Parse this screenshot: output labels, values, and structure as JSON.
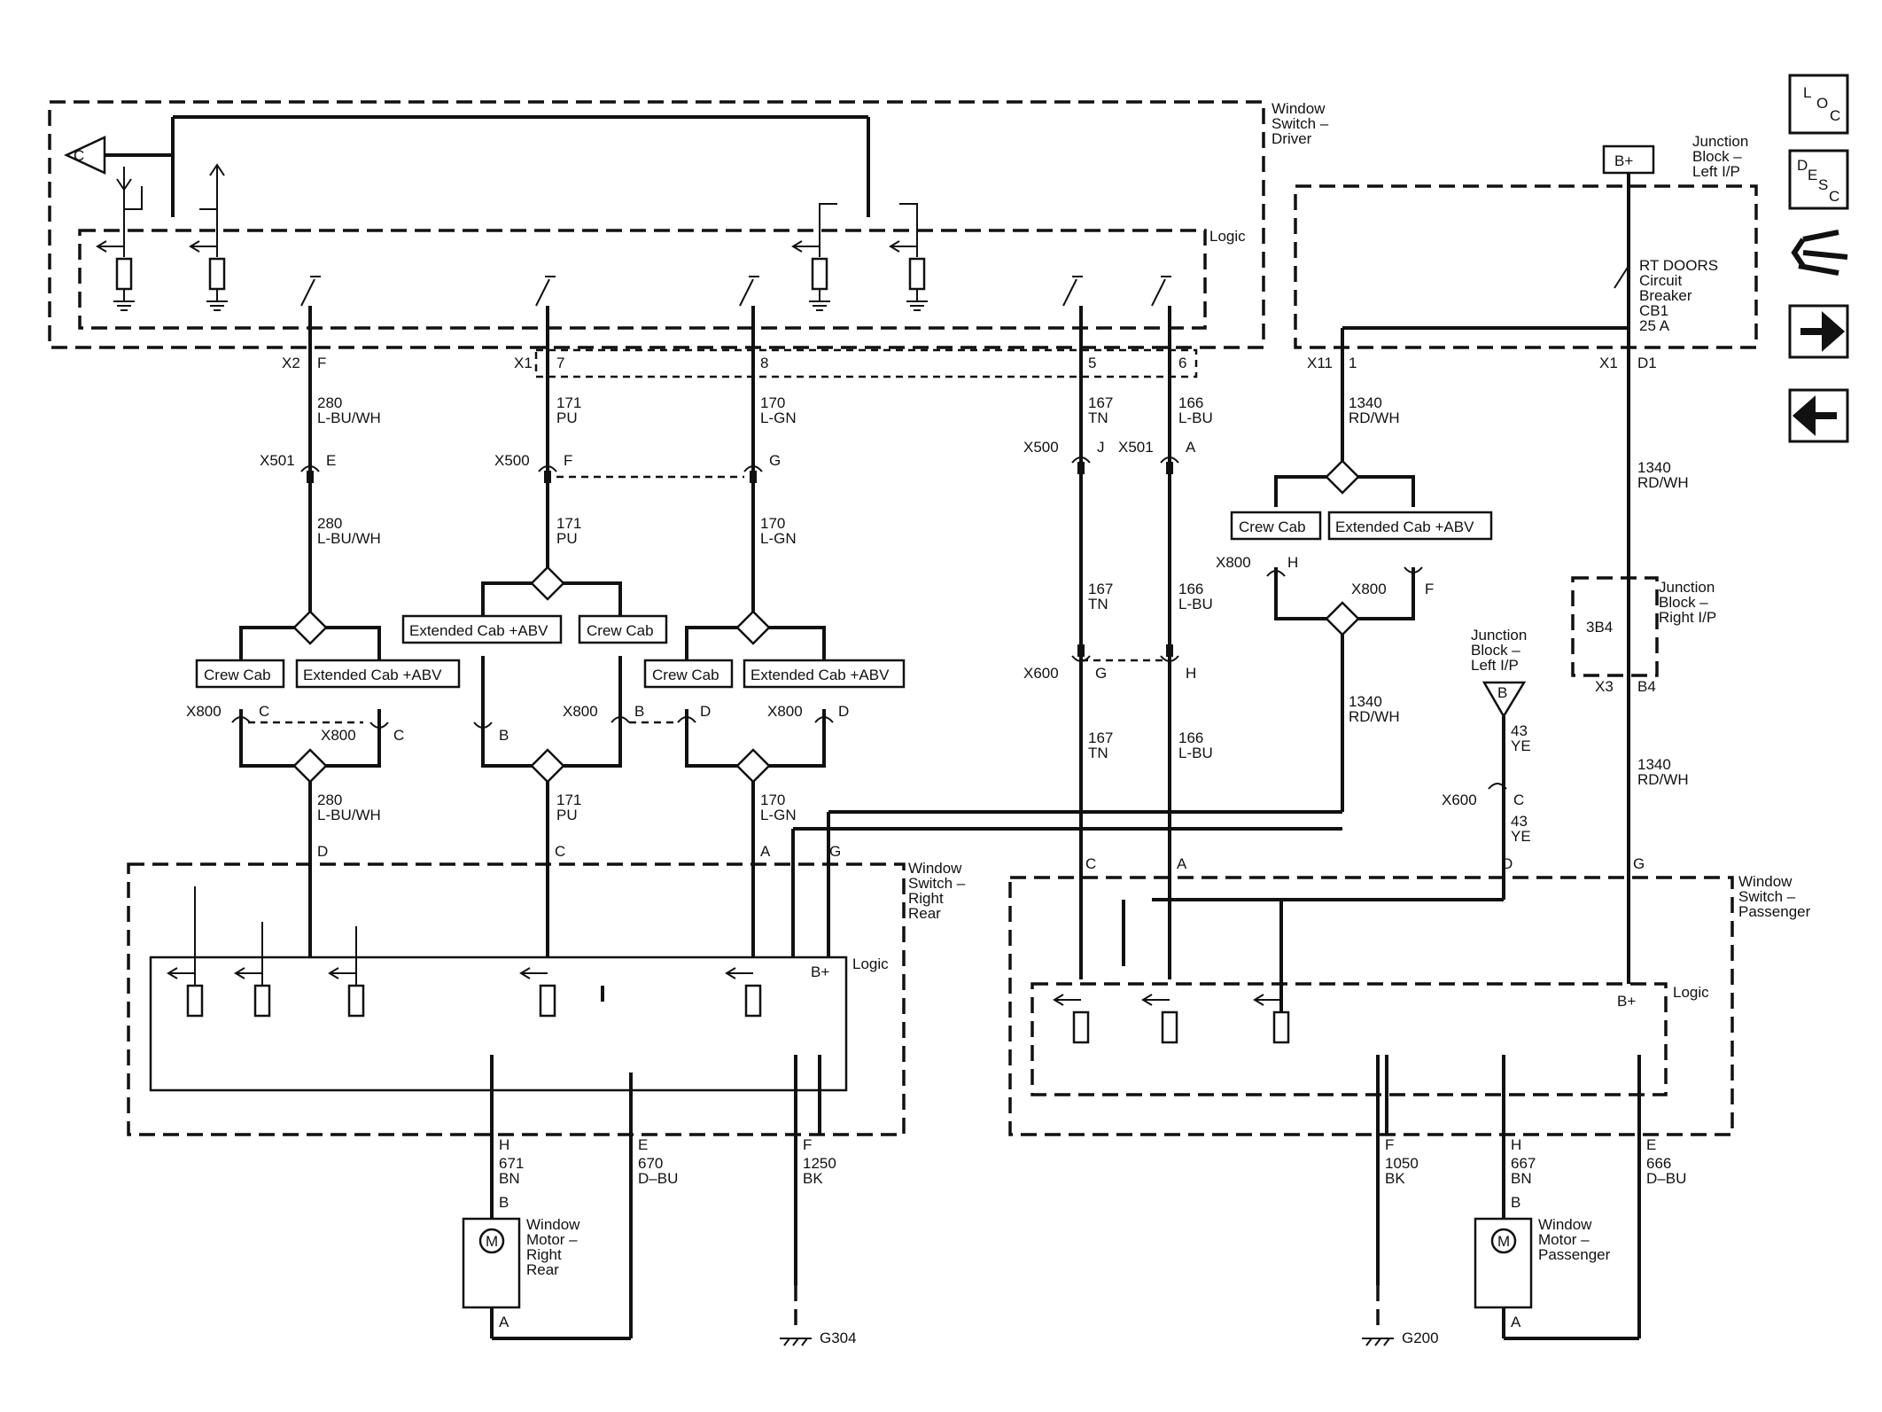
{
  "components": {
    "driver_switch": "Window\nSwitch –\nDriver",
    "rr_switch": "Window\nSwitch –\nRight\nRear",
    "pass_switch": "Window\nSwitch –\nPassenger",
    "jb_left": "Junction\nBlock –\nLeft I/P",
    "jb_right": "Junction\nBlock –\nRight I/P",
    "jb_left_small": "Junction\nBlock –\nLeft I/P",
    "breaker": "RT DOORS\nCircuit\nBreaker\nCB1\n25 A",
    "logic": "Logic",
    "bplus": "B+",
    "motor_rr": "Window\nMotor –\nRight\nRear",
    "motor_pass": "Window\nMotor –\nPassenger",
    "ground_left": "G304",
    "ground_right": "G200",
    "connector_c": "C",
    "connector_b": "B",
    "jb_right_pin": "3B4",
    "motor_symbol": "M"
  },
  "options": {
    "crew": "Crew Cab",
    "ext": "Extended Cab +ABV"
  },
  "wires": {
    "w280": "280\nL-BU/WH",
    "w171": "171\nPU",
    "w170": "170\nL-GN",
    "w167": "167\nTN",
    "w166": "166\nL-BU",
    "w1340": "1340\nRD/WH",
    "w43": "43\nYE",
    "w671": "671\nBN",
    "w670": "670\nD–BU",
    "w1250": "1250\nBK",
    "w1050": "1050\nBK",
    "w667": "667\nBN",
    "w666": "666\nD–BU"
  },
  "connectors": {
    "x1": "X1",
    "x2": "X2",
    "x3": "X3",
    "x11": "X11",
    "x500": "X500",
    "x501": "X501",
    "x600": "X600",
    "x800": "X800"
  },
  "pins": {
    "A": "A",
    "B": "B",
    "C": "C",
    "D": "D",
    "E": "E",
    "F": "F",
    "G": "G",
    "H": "H",
    "J": "J",
    "p1": "1",
    "p5": "5",
    "p6": "6",
    "p7": "7",
    "p8": "8",
    "D1": "D1",
    "B4": "B4"
  },
  "nav_icons": [
    "loc-icon",
    "desc-icon",
    "connector-icon",
    "next-arrow-icon",
    "prev-arrow-icon"
  ],
  "nav_labels": {
    "loc": [
      "L",
      "O",
      "C"
    ],
    "desc": [
      "D",
      "E",
      "S",
      "C"
    ]
  }
}
